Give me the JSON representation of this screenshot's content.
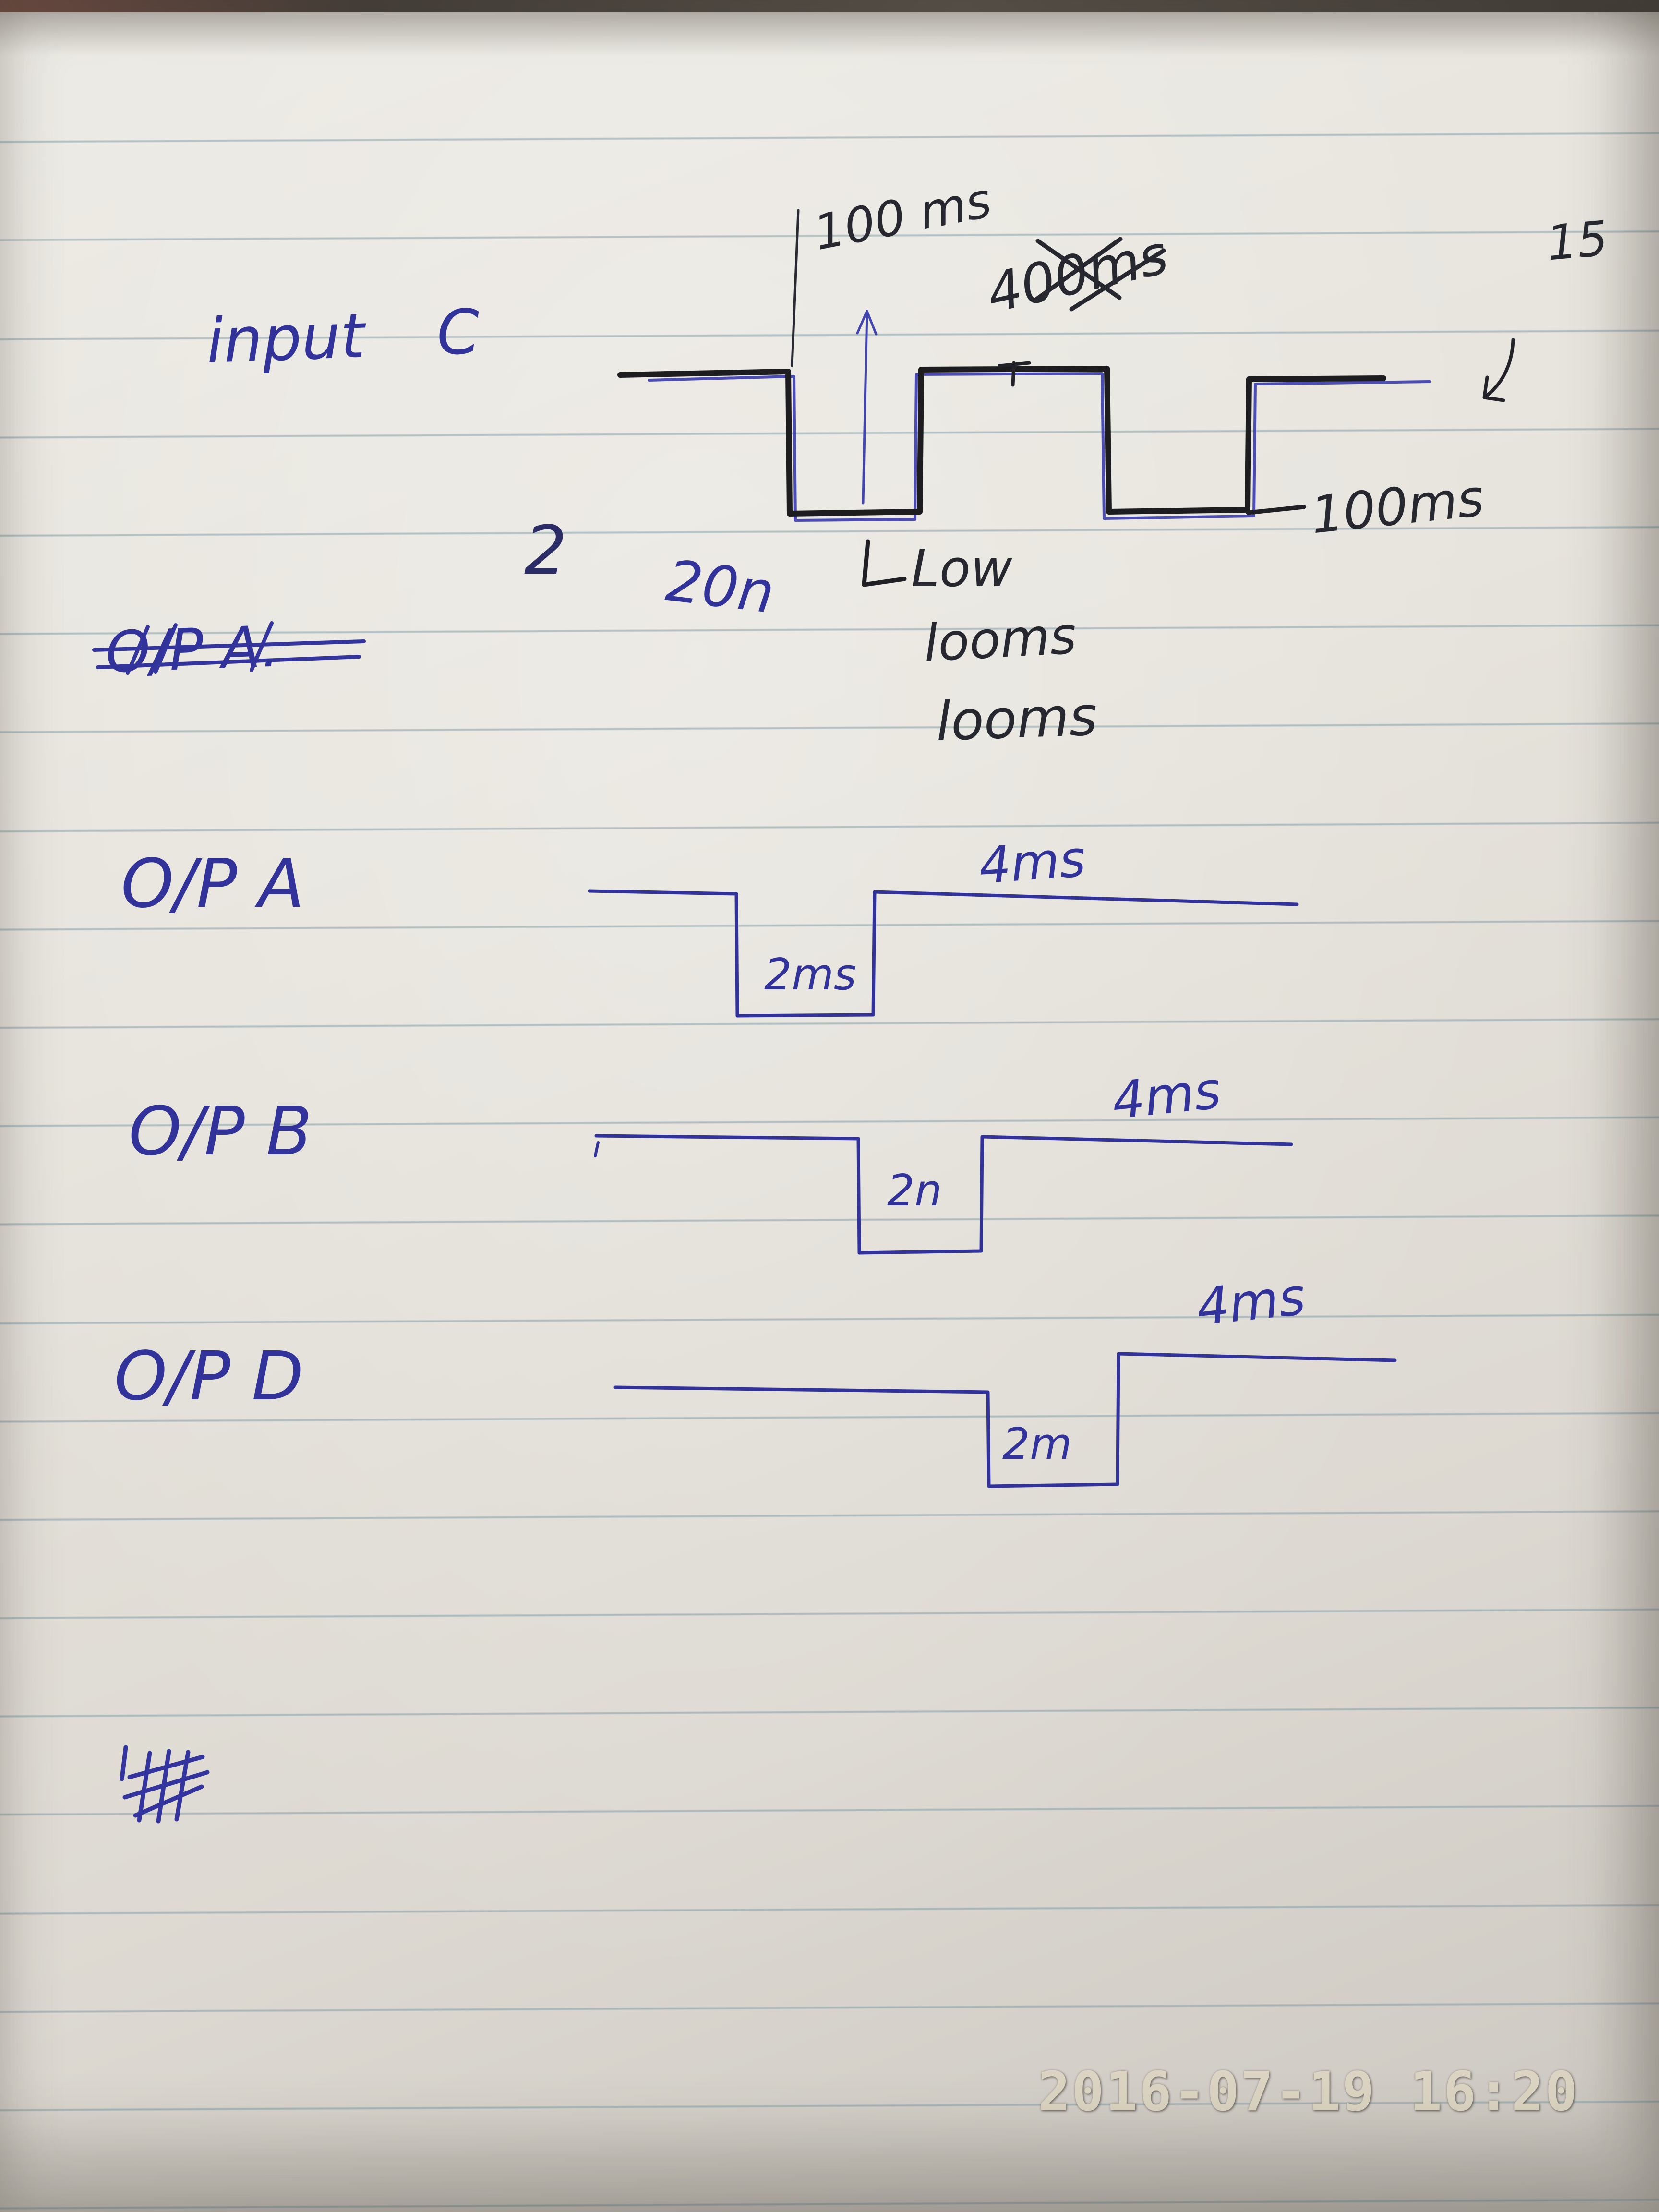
{
  "page": {
    "timestamp": "2016-07-19 16:20"
  },
  "input": {
    "label": "input C",
    "annotations": {
      "top_100ms": "100 ms",
      "crossed_400ms": "400ms",
      "corner_15": "15",
      "num_2": "2",
      "val_20n": "20n",
      "low": "Low",
      "looms_1": "looms",
      "looms_2": "looms",
      "right_100ms": "100ms"
    }
  },
  "struck": {
    "label": "O/P A."
  },
  "outputs": [
    {
      "label": "O/P A",
      "low": "2ms",
      "high": "4ms"
    },
    {
      "label": "O/P B",
      "low": "2n",
      "high": "4ms"
    },
    {
      "label": "O/P D",
      "low": "2m",
      "high": "4ms"
    }
  ],
  "colors": {
    "ink_blue": "#32329b",
    "ink_black": "#27272f",
    "paper": "#e7e4dd",
    "rule_line": "#7a98a2",
    "timestamp": "#dcd5c3"
  }
}
